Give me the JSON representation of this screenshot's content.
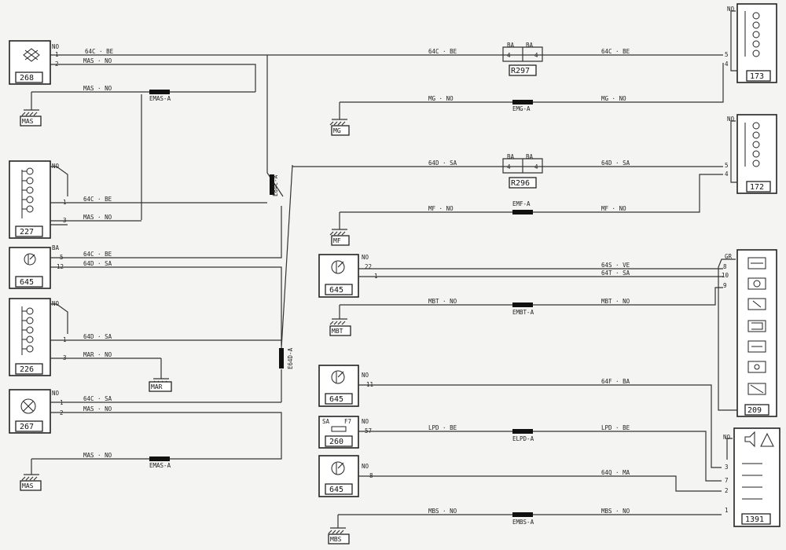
{
  "components": {
    "c268": "268",
    "c227": "227",
    "c645a": "645",
    "c226": "226",
    "c267": "267",
    "c173": "173",
    "c172": "172",
    "c645b": "645",
    "c645c": "645",
    "c260": "260",
    "c645d": "645",
    "c209": "209",
    "c1391": "1391"
  },
  "grounds": {
    "mas1": "MAS",
    "mar": "MAR",
    "mas2": "MAS",
    "mg": "MG",
    "mf": "MF",
    "mbt": "MBT",
    "mbs": "MBS"
  },
  "connectors": {
    "r297": "R297",
    "r296": "R296",
    "ba": "BA",
    "pin4": "4"
  },
  "splices": {
    "emas1": "EMAS-A",
    "e64c": "E64C-A",
    "e64d": "E64D-A",
    "emas2": "EMAS-A",
    "emg": "EMG-A",
    "emf": "EMF-A",
    "embt": "EMBT-A",
    "elpd": "ELPD-A",
    "embs": "EMBS-A"
  },
  "labels": {
    "no": "NO",
    "ba": "BA",
    "gr": "GR",
    "sa": "SA",
    "f7": "F7",
    "p1": "1",
    "p2": "2",
    "p3": "3",
    "p4": "4",
    "p5": "5",
    "p7": "7",
    "p8": "8",
    "p9": "9",
    "p10": "10",
    "p11": "11",
    "p12": "12",
    "p22": "22",
    "p57": "57"
  },
  "wires": {
    "w64c_be": "64C · BE",
    "w64d_sa": "64D · SA",
    "w64c_sa": "64C · SA",
    "mas_no": "MAS · NO",
    "mar_no": "MAR · NO",
    "mg_no": "MG · NO",
    "mf_no": "MF · NO",
    "w64s_ve": "64S · VE",
    "w64t_sa": "64T · SA",
    "mbt_no": "MBT · NO",
    "w64f_ba": "64F · BA",
    "lpd_be": "LPD · BE",
    "w64q_ma": "64Q · MA",
    "mbs_no": "MBS · NO"
  },
  "icons": [
    "lamp-icon",
    "bulb-stack-icon",
    "light-switch-icon",
    "fuse-icon",
    "ground-icon",
    "warning-icon",
    "horn-icon"
  ]
}
